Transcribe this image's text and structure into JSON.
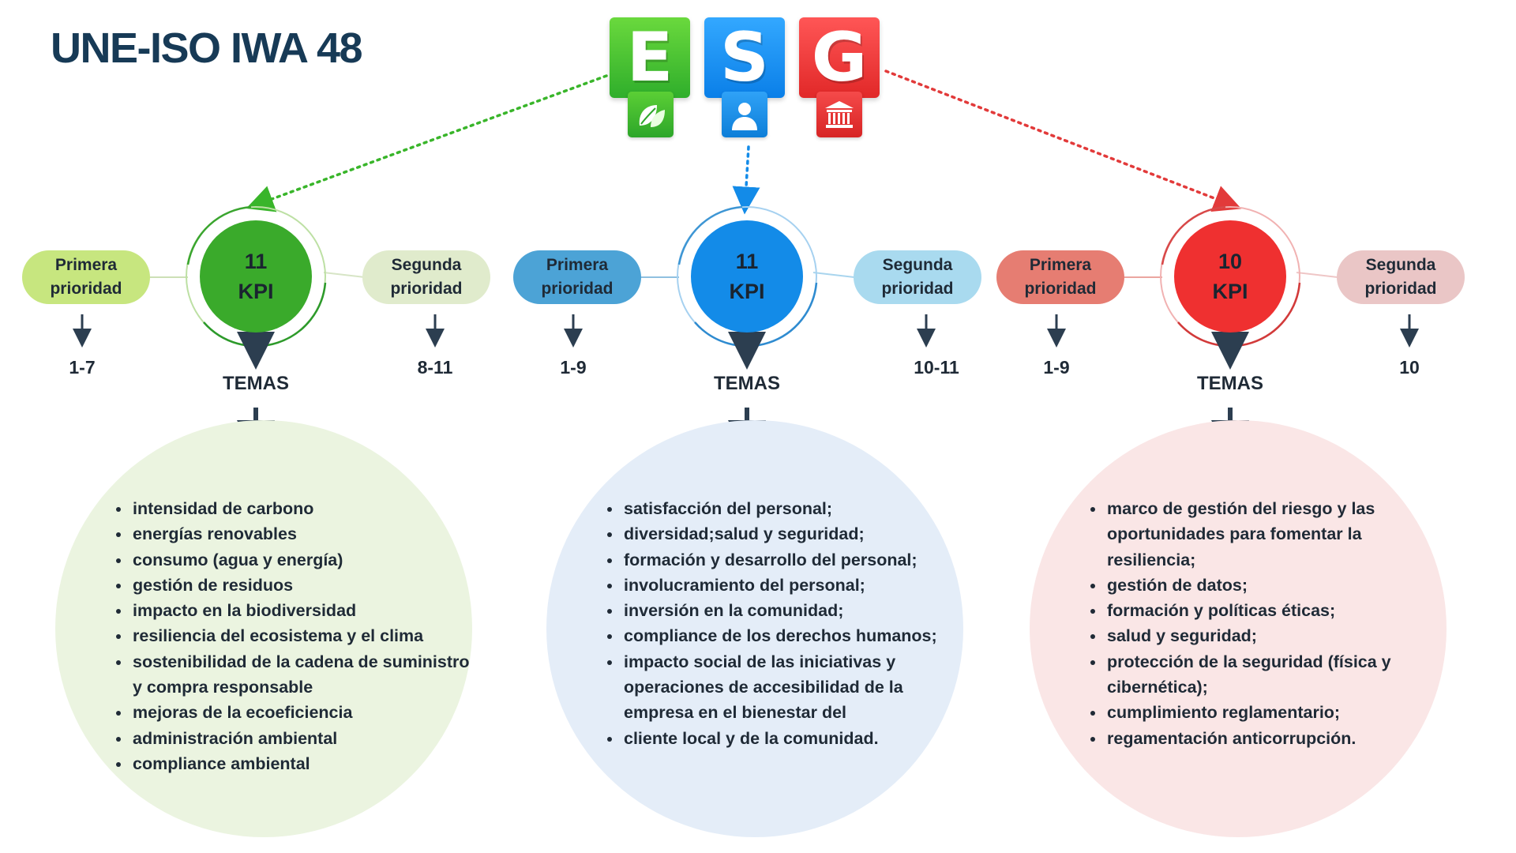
{
  "title": "UNE-ISO IWA 48",
  "esg": {
    "letters": [
      "E",
      "S",
      "G"
    ],
    "icons": [
      "leaves-icon",
      "person-icon",
      "government-building-icon"
    ],
    "colors": {
      "green": "#39b52a",
      "blue": "#138be8",
      "red": "#ef3030"
    }
  },
  "pillars": [
    {
      "kpi_number": "11",
      "kpi_label": "KPI",
      "first_priority": {
        "line1": "Primera",
        "line2": "prioridad",
        "range": "1-7"
      },
      "second_priority": {
        "line1": "Segunda",
        "line2": "prioridad",
        "range": "8-11"
      },
      "temas_label": "TEMAS",
      "topics": [
        "intensidad de carbono",
        "energías renovables",
        "consumo (agua y energía)",
        "gestión de residuos",
        "impacto en la biodiversidad",
        "resiliencia del ecosistema y el clima",
        "sostenibilidad de la cadena de suministro y compra responsable",
        "mejoras de la ecoeficiencia",
        "administración ambiental",
        "compliance ambiental"
      ]
    },
    {
      "kpi_number": "11",
      "kpi_label": "KPI",
      "first_priority": {
        "line1": "Primera",
        "line2": "prioridad",
        "range": "1-9"
      },
      "second_priority": {
        "line1": "Segunda",
        "line2": "prioridad",
        "range": "10-11"
      },
      "temas_label": "TEMAS",
      "topics": [
        "satisfacción del personal;",
        "diversidad;salud y seguridad;",
        "formación y desarrollo del personal;",
        "involucramiento del personal;",
        "inversión en la comunidad;",
        "compliance de los derechos humanos;",
        "impacto social de las iniciativas y operaciones de accesibilidad de la empresa en el bienestar del",
        "cliente local y de la comunidad."
      ]
    },
    {
      "kpi_number": "10",
      "kpi_label": "KPI",
      "first_priority": {
        "line1": "Primera",
        "line2": "prioridad",
        "range": "1-9"
      },
      "second_priority": {
        "line1": "Segunda",
        "line2": "prioridad",
        "range": "10"
      },
      "temas_label": "TEMAS",
      "topics": [
        "marco de gestión del riesgo y las oportunidades para fomentar la resiliencia;",
        "gestión de datos;",
        "formación y políticas éticas;",
        "salud y seguridad;",
        "protección de la seguridad (física y cibernética);",
        "cumplimiento reglamentario;",
        "regamentación anticorrupción."
      ]
    }
  ]
}
